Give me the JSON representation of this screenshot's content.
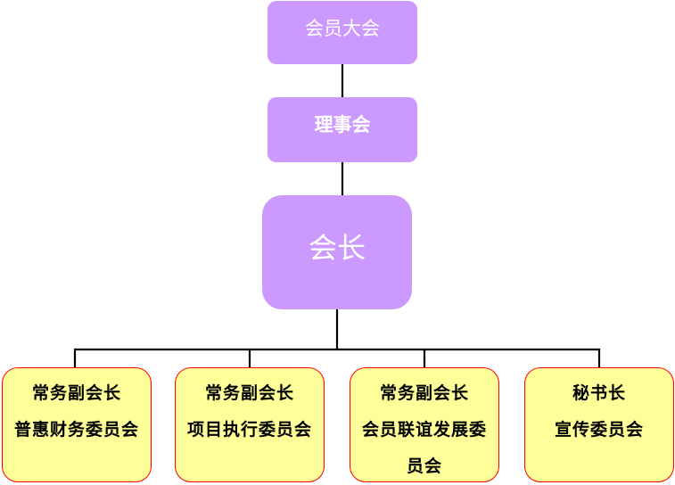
{
  "org_chart": {
    "assembly": {
      "label": "会员大会"
    },
    "board": {
      "label": "理事会"
    },
    "president": {
      "label": "会长"
    },
    "units": [
      {
        "title": "常务副会长",
        "committee": "普惠财务委员会"
      },
      {
        "title": "常务副会长",
        "committee": "项目执行委员会"
      },
      {
        "title": "常务副会长",
        "committee": "会员联谊发展委员会"
      },
      {
        "title": "秘书长",
        "committee": "宣传委员会"
      }
    ]
  },
  "colors": {
    "upper_box_fill": "#CC99FF",
    "upper_box_text": "#FFFFFF",
    "lower_box_fill": "#FFFF99",
    "lower_box_border": "#FF0000",
    "lower_box_text": "#000000",
    "connector": "#000000"
  }
}
